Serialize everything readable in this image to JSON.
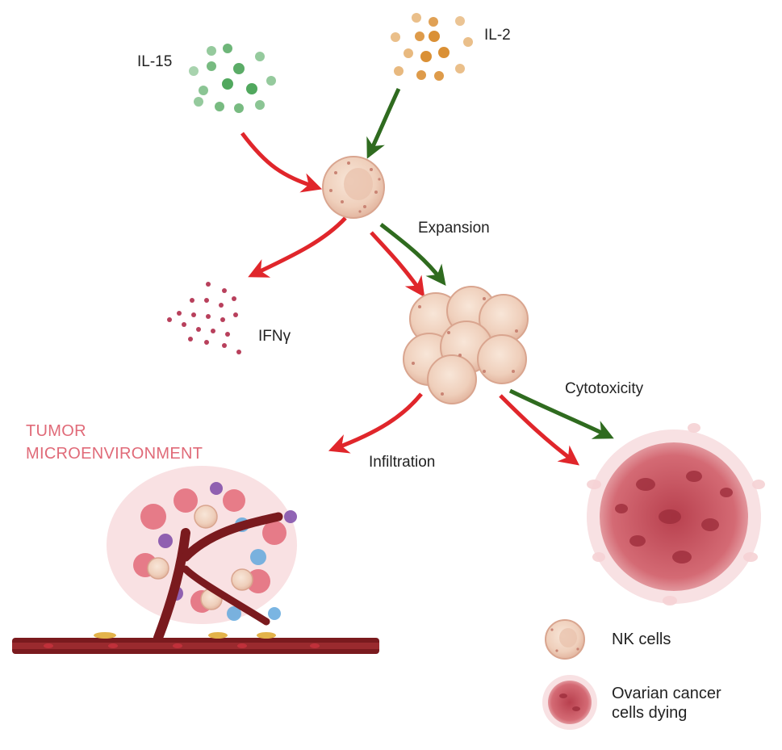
{
  "labels": {
    "il15": "IL-15",
    "il2": "IL-2",
    "expansion": "Expansion",
    "ifn": "IFNγ",
    "cytotoxicity": "Cytotoxicity",
    "infiltration": "Infiltration",
    "tme_line1": "TUMOR",
    "tme_line2": "MICROENVIRONMENT"
  },
  "legend": {
    "nk": "NK cells",
    "cancer_line1": "Ovarian cancer",
    "cancer_line2": "cells dying"
  },
  "colors": {
    "il15_dots": "#3e9e4c",
    "il2_dots": "#d88a2a",
    "ifn_dots": "#b8405c",
    "arrow_red": "#e0262b",
    "arrow_green": "#2f6b1f",
    "nk_cell": "#f2d9c8",
    "cancer": "#c9525e",
    "vessel": "#7a1a1e",
    "tme_text": "#e06a78"
  }
}
